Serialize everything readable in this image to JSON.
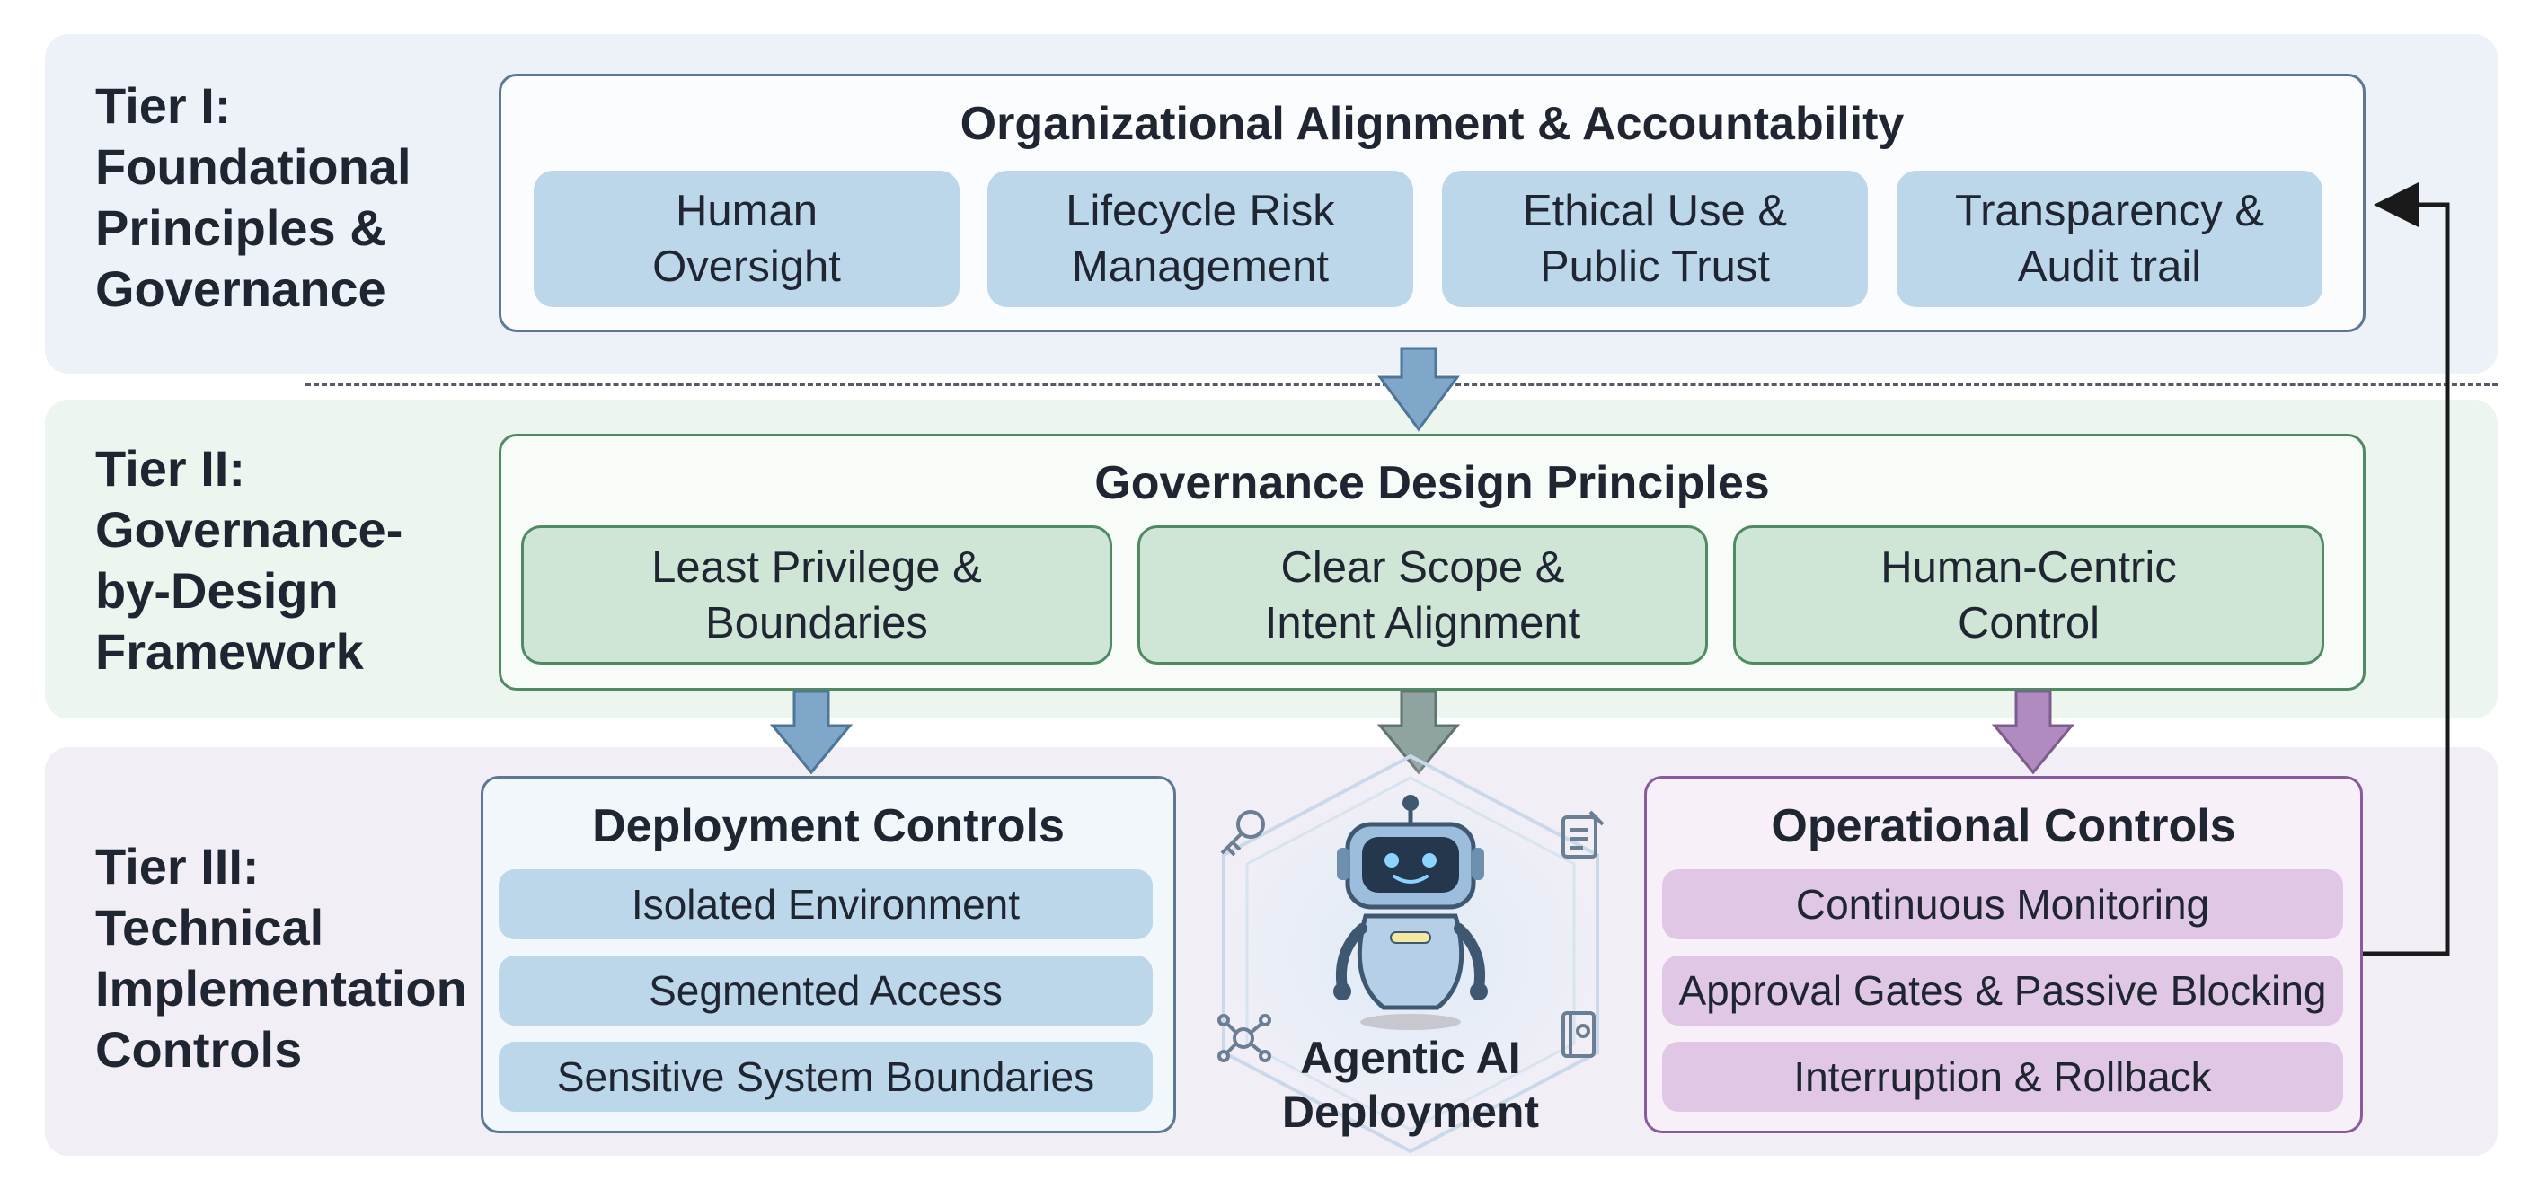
{
  "tiers": [
    {
      "label": "Tier I:\nFoundational\nPrinciples &\nGovernance",
      "title": "Organizational Alignment & Accountability",
      "cards": [
        "Human\nOversight",
        "Lifecycle Risk\nManagement",
        "Ethical Use &\nPublic Trust",
        "Transparency &\nAudit trail"
      ]
    },
    {
      "label": "Tier II:\nGovernance-\nby-Design\nFramework",
      "title": "Governance Design Principles",
      "cards": [
        "Least Privilege &\nBoundaries",
        "Clear Scope &\nIntent Alignment",
        "Human-Centric\nControl"
      ]
    },
    {
      "label": "Tier III:\nTechnical\nImplementation\nControls"
    }
  ],
  "deployment_controls": {
    "title": "Deployment Controls",
    "items": [
      "Isolated Environment",
      "Segmented Access",
      "Sensitive System Boundaries"
    ]
  },
  "operational_controls": {
    "title": "Operational Controls",
    "items": [
      "Continuous Monitoring",
      "Approval Gates & Passive Blocking",
      "Interruption & Rollback"
    ]
  },
  "center": {
    "label": "Agentic AI\nDeployment",
    "icons": [
      "robot-icon",
      "key-icon",
      "document-icon",
      "network-icon",
      "book-icon"
    ]
  },
  "colors": {
    "tier1": "#edf2f8",
    "tier2": "#ecf5ee",
    "tier3": "#f2eef6",
    "blue_card": "#bcd6ea",
    "green_card": "#cfe6d7",
    "purple_card": "#e1c7e6",
    "arrow_blue": "#7fa7c9",
    "arrow_gray": "#8fa3a0",
    "arrow_purple": "#b08bc0"
  }
}
